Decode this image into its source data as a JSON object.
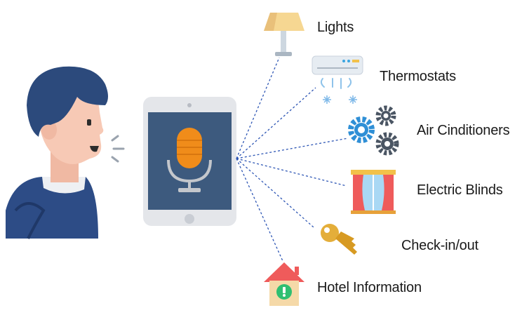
{
  "items": [
    {
      "id": "lights",
      "label": "Lights",
      "icon": "lamp-icon"
    },
    {
      "id": "thermostats",
      "label": "Thermostats",
      "icon": "thermostat-icon"
    },
    {
      "id": "air",
      "label": "Air Cinditioners",
      "icon": "gears-icon"
    },
    {
      "id": "blinds",
      "label": "Electric Blinds",
      "icon": "window-blinds-icon"
    },
    {
      "id": "checkin",
      "label": "Check-in/out",
      "icon": "key-icon"
    },
    {
      "id": "hotel",
      "label": "Hotel Information",
      "icon": "hotel-house-icon"
    }
  ],
  "colors": {
    "line": "#2f57b5",
    "tablet_frame": "#e4e6ea",
    "tablet_screen": "#3d5a7e",
    "mic": "#f08c1a",
    "person_hair": "#2c4a7c",
    "person_skin": "#f7c9b5",
    "shirt": "#2d4c86"
  }
}
